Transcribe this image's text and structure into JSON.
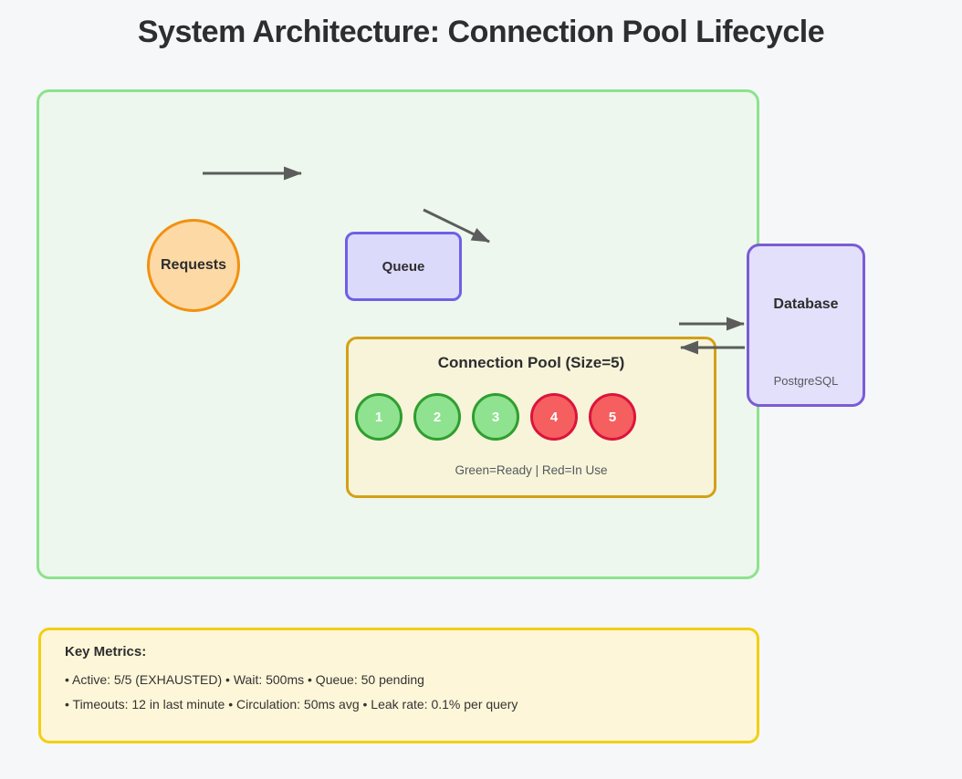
{
  "title": "System Architecture: Connection Pool Lifecycle",
  "flow": {
    "requests": {
      "label": "Requests"
    },
    "queue": {
      "label": "Queue"
    },
    "pool": {
      "title": "Connection Pool (Size=5)",
      "legend": "Green=Ready | Red=In Use",
      "connections": [
        {
          "id": "1",
          "state": "ready"
        },
        {
          "id": "2",
          "state": "ready"
        },
        {
          "id": "3",
          "state": "ready"
        },
        {
          "id": "4",
          "state": "in-use"
        },
        {
          "id": "5",
          "state": "in-use"
        }
      ]
    },
    "database": {
      "label": "Database",
      "sublabel": "PostgreSQL"
    }
  },
  "metrics": {
    "heading": "Key Metrics:",
    "lines": [
      "• Active: 5/5 (EXHAUSTED) • Wait: 500ms • Queue: 50 pending",
      "• Timeouts: 12 in last minute • Circulation: 50ms avg • Leak rate: 0.1% per query"
    ]
  },
  "palette": {
    "page_background": "#f6f7f9",
    "container_fill": "#edf7ed",
    "container_border": "#8de28d",
    "requests_fill": "#fdd9a6",
    "requests_border": "#f2900f",
    "queue_fill": "#dcdafb",
    "queue_border": "#6e5fe6",
    "pool_fill": "#f7f4da",
    "pool_border": "#d4a017",
    "ready_fill": "#8fe28f",
    "ready_border": "#2f9e2f",
    "in_use_fill": "#f55f5f",
    "in_use_border": "#dc143c",
    "database_fill": "#e3e0fb",
    "database_border": "#7a5cd6",
    "metrics_fill": "#fdf6d8",
    "metrics_border": "#f2cf13",
    "arrow": "#5c5c5c"
  }
}
